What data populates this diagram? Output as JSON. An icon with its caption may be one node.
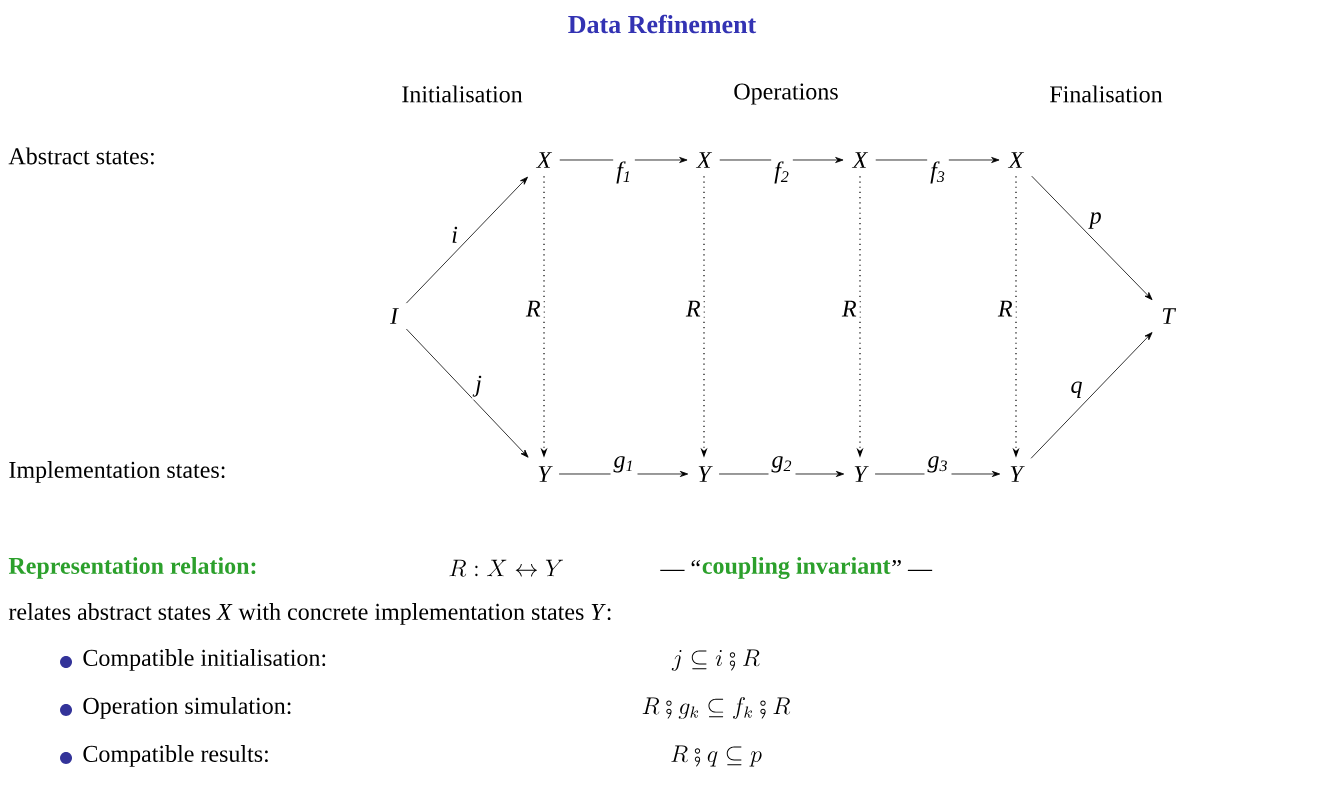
{
  "diagram": {
    "title": "Data Refinement",
    "nodes": [
      {
        "text": [
          "I"
        ]
      },
      {
        "text": [
          "X"
        ]
      },
      {
        "text": [
          "X"
        ]
      },
      {
        "text": [
          "X"
        ]
      },
      {
        "text": [
          "X"
        ]
      },
      {
        "text": [
          "Y"
        ]
      },
      {
        "text": [
          "Y"
        ]
      },
      {
        "text": [
          "Y"
        ]
      },
      {
        "text": [
          "Y"
        ]
      },
      {
        "text": [
          "T"
        ]
      }
    ],
    "edges": [
      {
        "from": 0,
        "to": 1,
        "arrow": "to",
        "label": "i"
      },
      {
        "from": 0,
        "to": 5,
        "arrow": "to",
        "label": "j"
      },
      {
        "from": 1,
        "to": 2,
        "arrow": "to",
        "label": "f$_{1}$"
      },
      {
        "from": 2,
        "to": 3,
        "arrow": "to",
        "label": "f$_{2}$"
      },
      {
        "from": 3,
        "to": 4,
        "arrow": "to",
        "label": "f$_{3}$"
      },
      {
        "from": 5,
        "to": 6,
        "arrow": "to",
        "label": "g$_{1}$"
      },
      {
        "from": 6,
        "to": 7,
        "arrow": "to",
        "label": "g$_{2}$"
      },
      {
        "from": 7,
        "to": 8,
        "arrow": "to",
        "label": "g$_{3}$"
      },
      {
        "from": 1,
        "to": 5,
        "arrow": "to",
        "label": "R",
        "style": "dashed"
      },
      {
        "from": 2,
        "to": 6,
        "arrow": "to",
        "label": "R",
        "style": "dashed"
      },
      {
        "from": 3,
        "to": 7,
        "arrow": "to",
        "label": "R",
        "style": "dashed"
      },
      {
        "from": 4,
        "to": 8,
        "arrow": "to",
        "label": "R",
        "style": "dashed"
      },
      {
        "from": 4,
        "to": 9,
        "arrow": "to",
        "label": "p"
      },
      {
        "from": 8,
        "to": 9,
        "arrow": "to",
        "label": "q"
      }
    ],
    "labels": [
      "Initialisation",
      "Operations",
      "Finalisation",
      "Abstract states:",
      "Implementation states:",
      "Representation relation:",
      "R : X \\leftrightarrow Y",
      "— “",
      "coupling invariant",
      "” —",
      "relates abstract states *X* with concrete implementation states *Y*:",
      "Compatible initialisation:",
      "j \\subseteq i \\fatsemi R",
      "Operation simulation:",
      "R \\fatsemi g_k \\subseteq f_k \\fatsemi R",
      "Compatible results:",
      "R \\fatsemi q \\subseteq p"
    ]
  }
}
